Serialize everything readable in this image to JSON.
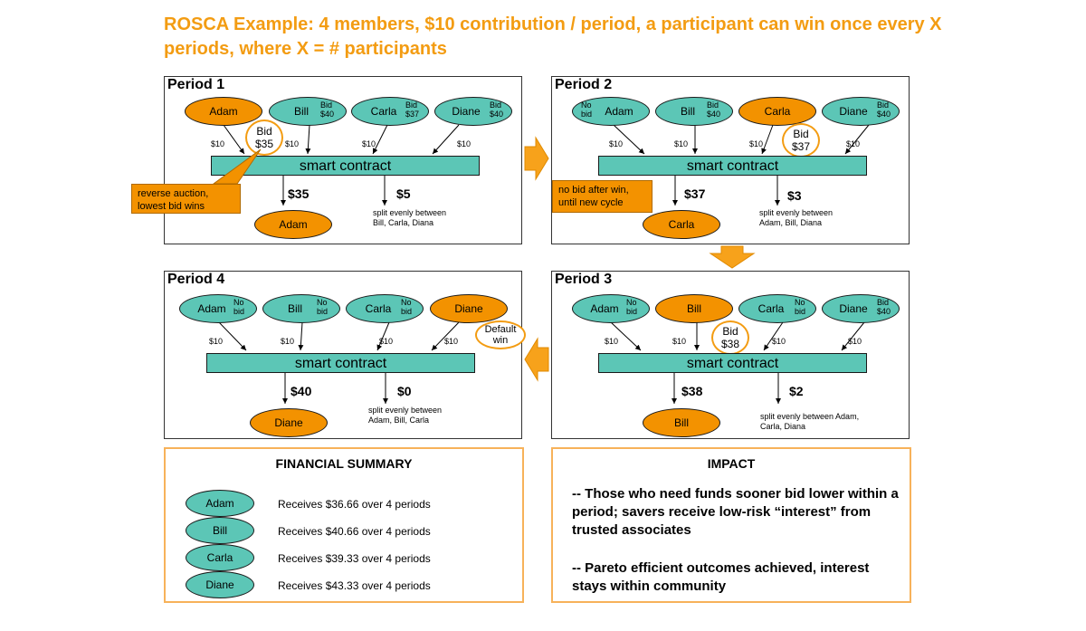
{
  "title": "ROSCA Example: 4 members, $10 contribution / period, a participant can win once every X periods, where X = # participants",
  "contract_label": "smart contract",
  "contribution_label": "$10",
  "periods": {
    "p1": {
      "title": "Period 1",
      "members": [
        "Adam",
        "Bill",
        "Carla",
        "Diane"
      ],
      "bids": [
        "",
        "Bid $40",
        "Bid $37",
        "Bid $40"
      ],
      "highlight_bid": "Bid $35",
      "payout": "$35",
      "winner": "Adam",
      "remainder": "$5",
      "split_text": "split evenly between Bill, Carla, Diana",
      "callout": "reverse auction, lowest bid wins"
    },
    "p2": {
      "title": "Period 2",
      "members": [
        "Adam",
        "Bill",
        "Carla",
        "Diane"
      ],
      "bids": [
        "No bid",
        "Bid $40",
        "",
        "Bid $40"
      ],
      "highlight_bid": "Bid $37",
      "payout": "$37",
      "winner": "Carla",
      "remainder": "$3",
      "split_text": "split evenly between Adam, Bill, Diana",
      "callout": "no bid after win, until new cycle"
    },
    "p3": {
      "title": "Period 3",
      "members": [
        "Adam",
        "Bill",
        "Carla",
        "Diane"
      ],
      "bids": [
        "No bid",
        "",
        "No bid",
        "Bid $40"
      ],
      "highlight_bid": "Bid $38",
      "payout": "$38",
      "winner": "Bill",
      "remainder": "$2",
      "split_text": "split evenly between Adam, Carla, Diana"
    },
    "p4": {
      "title": "Period 4",
      "members": [
        "Adam",
        "Bill",
        "Carla",
        "Diane"
      ],
      "bids": [
        "No bid",
        "No bid",
        "No bid",
        ""
      ],
      "highlight_bid": "Default win",
      "payout": "$40",
      "winner": "Diane",
      "remainder": "$0",
      "split_text": "split evenly between Adam, Bill, Carla"
    }
  },
  "financial_summary": {
    "heading": "FINANCIAL SUMMARY",
    "rows": [
      {
        "member": "Adam",
        "text": "Receives $36.66 over 4 periods"
      },
      {
        "member": "Bill",
        "text": "Receives $40.66 over 4 periods"
      },
      {
        "member": "Carla",
        "text": "Receives $39.33 over 4 periods"
      },
      {
        "member": "Diane",
        "text": "Receives $43.33 over 4 periods"
      }
    ]
  },
  "impact": {
    "heading": "IMPACT",
    "point1": "-- Those who need funds sooner bid lower within a period; savers receive low-risk “interest” from trusted associates",
    "point2": "-- Pareto efficient outcomes achieved, interest stays within community"
  },
  "colors": {
    "teal": "#5cc6b6",
    "orange": "#f39200",
    "title": "#f39c12"
  }
}
